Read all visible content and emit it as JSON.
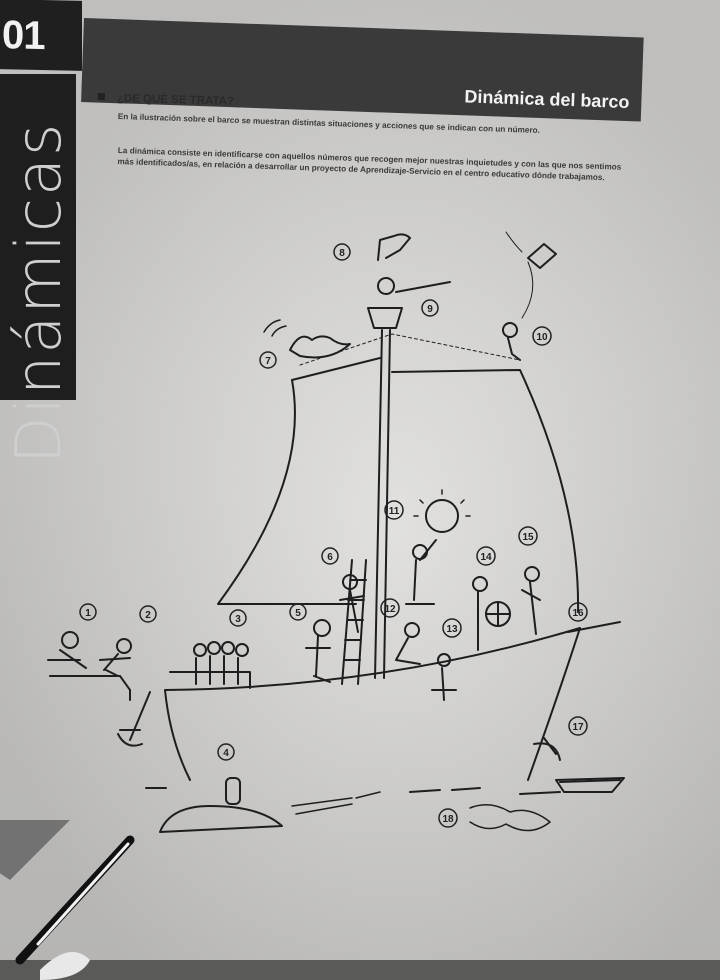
{
  "section_number": "01",
  "title": "Dinámica del barco",
  "side_label": "Dinámicas",
  "heading": "¿DE QUÉ SE TRATA?",
  "paragraph_1": "En la ilustración sobre el barco se muestran distintas situaciones y acciones que se indican con un número.",
  "paragraph_2": "La dinámica consiste en identificarse con aquellos números que recogen mejor nuestras inquietudes y con las que nos sentimos más identificados/as, en relación a desarrollar un proyecto de Aprendizaje-Servicio en el centro educativo dónde trabajamos.",
  "figure_numbers": [
    "1",
    "2",
    "3",
    "4",
    "5",
    "6",
    "7",
    "8",
    "9",
    "10",
    "11",
    "12",
    "13",
    "14",
    "15",
    "16",
    "17",
    "18"
  ]
}
